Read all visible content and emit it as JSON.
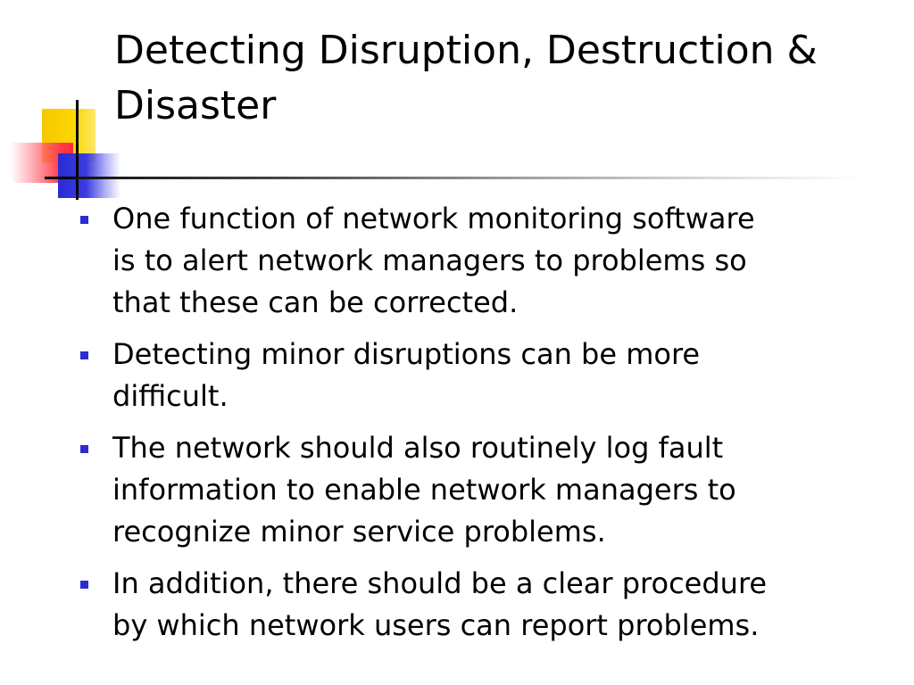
{
  "slide": {
    "title": "Detecting Disruption, Destruction &\nDisaster",
    "bullets": [
      "One function of network monitoring software\nis to alert network managers to problems so\nthat these can be corrected.",
      "Detecting minor disruptions can be more\ndifficult.",
      "The network should also routinely log fault\ninformation to enable network managers to\nrecognize minor service problems.",
      "In addition, there should be a clear procedure\nby which network users can report problems."
    ]
  },
  "colors": {
    "bullet_marker": "#2b2bd4",
    "logo_yellow": "#f7c800",
    "logo_red": "#ff2a3b",
    "logo_blue": "#2a2bd0"
  },
  "icons": {
    "logo": "template-logo-squares",
    "bullet": "square-bullet"
  }
}
